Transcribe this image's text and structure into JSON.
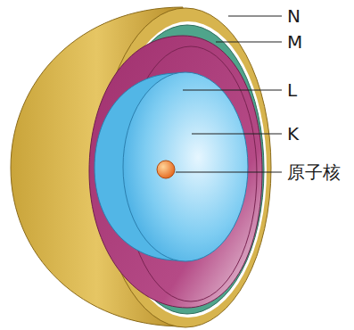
{
  "diagram": {
    "labels": [
      "N",
      "M",
      "L",
      "K",
      "原子核"
    ]
  }
}
